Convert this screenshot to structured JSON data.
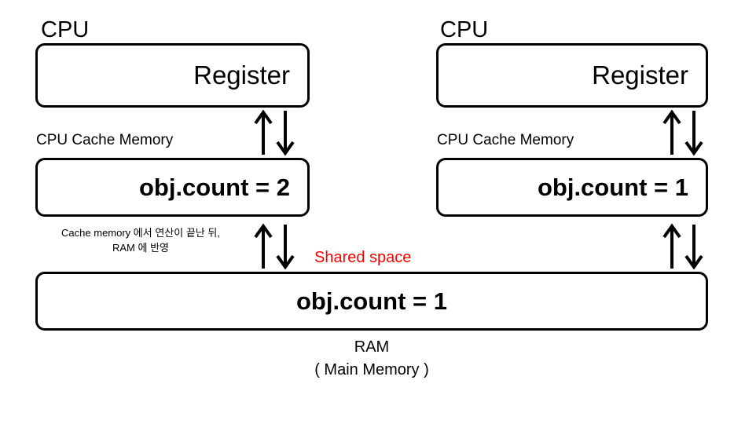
{
  "diagram": {
    "title_colors": {
      "stroke": "#000000",
      "accent_red": "#ff0000",
      "background": "#ffffff"
    },
    "cpus": [
      {
        "id": "left",
        "cpu_label": "CPU",
        "register_label": "Register",
        "cache_label": "CPU Cache Memory",
        "cache_value": "obj.count  = 2"
      },
      {
        "id": "right",
        "cpu_label": "CPU",
        "register_label": "Register",
        "cache_label": "CPU Cache Memory",
        "cache_value": "obj.count  = 1"
      }
    ],
    "annotation": {
      "line1": "Cache memory 에서 연산이 끝난 뒤,",
      "line2": "RAM 에 반영"
    },
    "shared_space_label": "Shared space",
    "ram": {
      "value": "obj.count  = 1",
      "caption_line1": "RAM",
      "caption_line2": "( Main Memory )"
    },
    "arrows": {
      "up_glyph": "↑",
      "down_glyph": "↓"
    }
  }
}
